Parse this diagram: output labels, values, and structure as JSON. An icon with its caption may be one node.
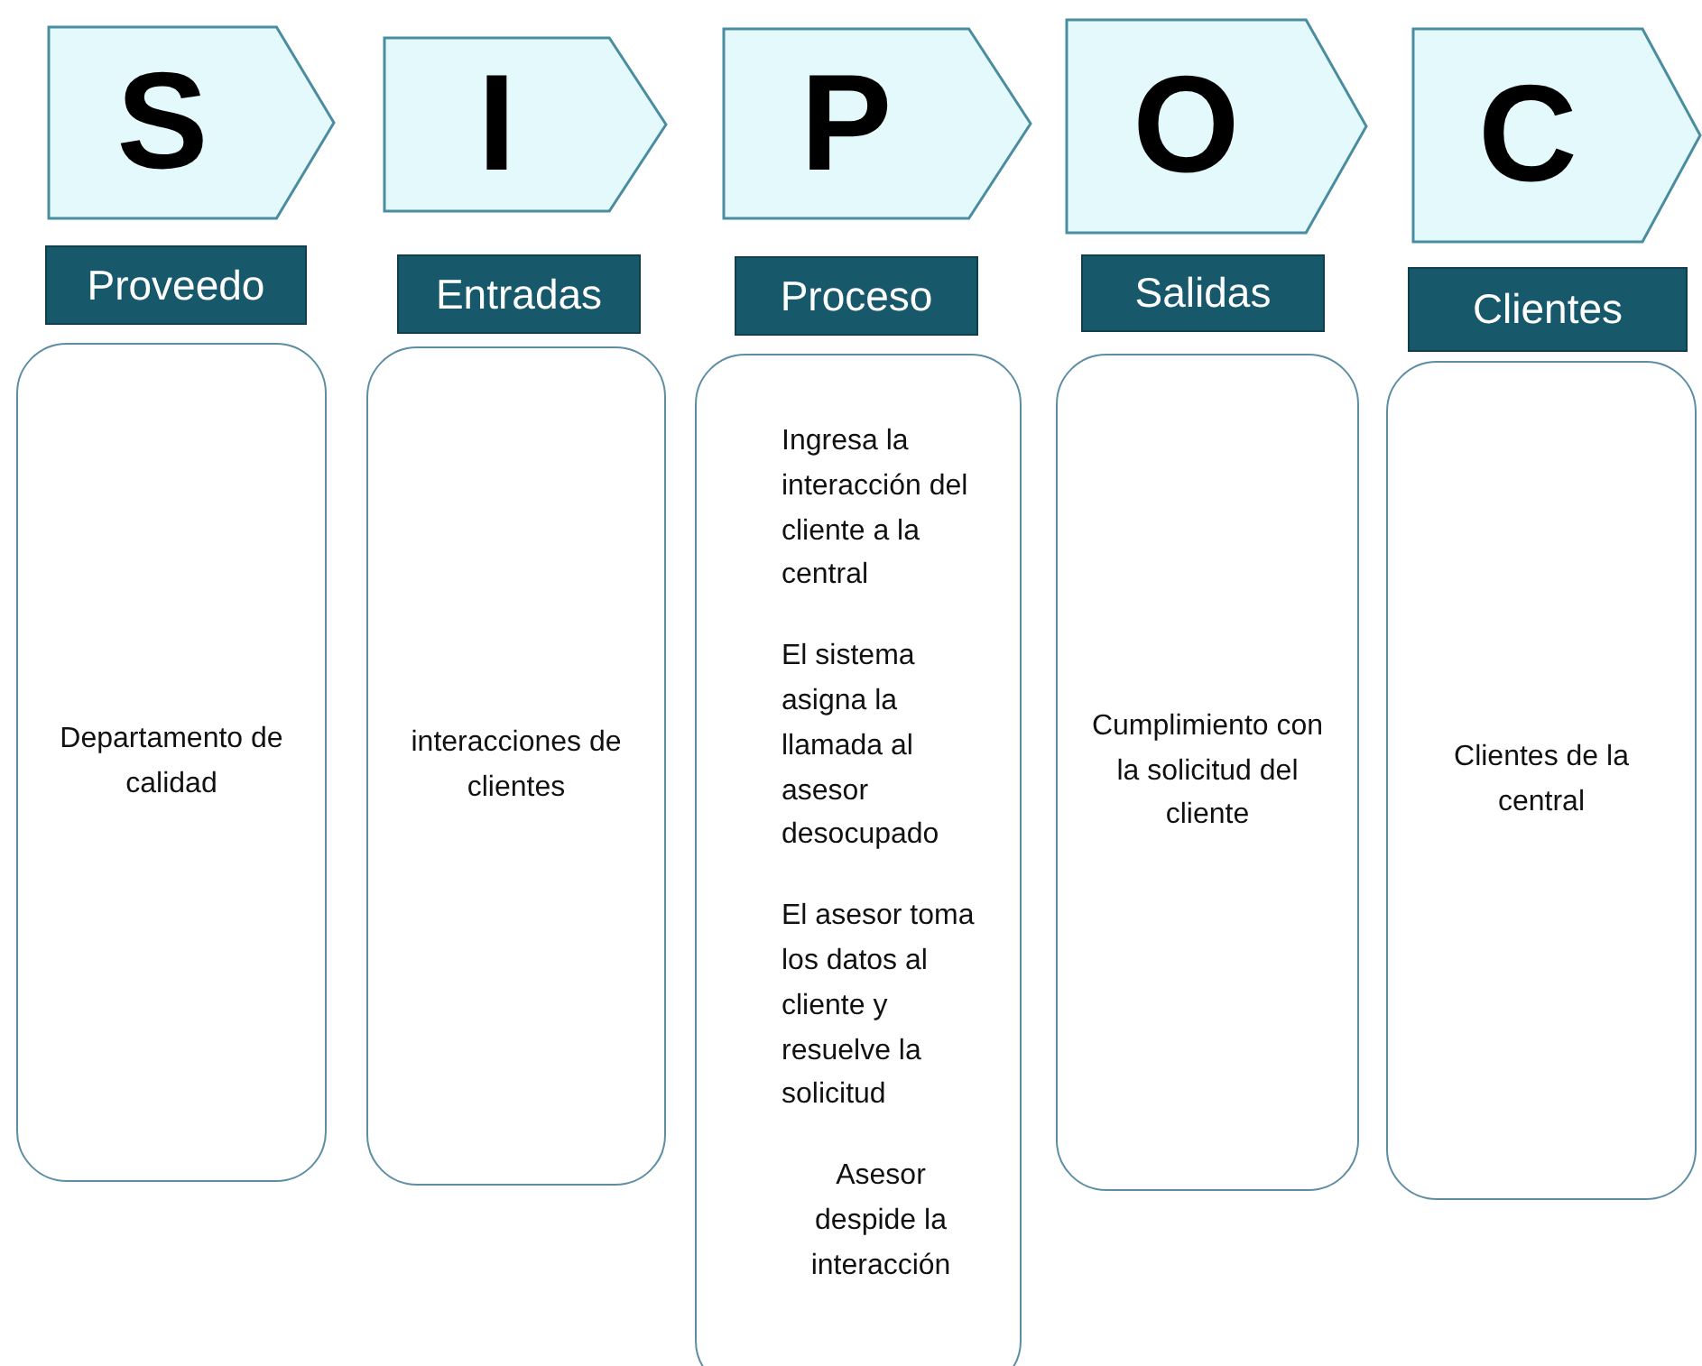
{
  "diagram": {
    "nodes": [
      {
        "text": [
          "S"
        ]
      },
      {
        "text": [
          "I"
        ]
      },
      {
        "text": [
          "P"
        ]
      },
      {
        "text": [
          "O"
        ]
      },
      {
        "text": [
          "C"
        ]
      },
      {
        "text": [
          "Proveedo"
        ]
      },
      {
        "text": [
          "Entradas"
        ]
      },
      {
        "text": [
          "Proceso"
        ]
      },
      {
        "text": [
          "Salidas"
        ]
      },
      {
        "text": [
          "Clientes"
        ]
      },
      {
        "text": [
          "Departamento de calidad"
        ]
      },
      {
        "text": [
          "interacciones de clientes"
        ]
      },
      {
        "text": [
          "Ingresa la interacción del cliente a la central",
          "El sistema asigna la llamada al asesor desocupado",
          "El asesor toma los datos al cliente y resuelve la solicitud",
          "Asesor despide la interacción"
        ]
      },
      {
        "text": [
          "Cumplimiento con la solicitud del cliente"
        ]
      },
      {
        "text": [
          "Clientes de la central"
        ]
      }
    ]
  }
}
